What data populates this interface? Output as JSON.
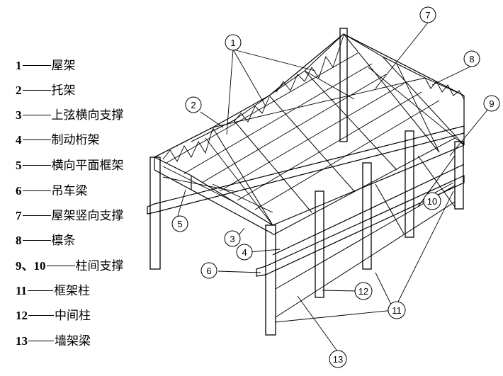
{
  "legend": [
    {
      "num": "1",
      "label": "屋架"
    },
    {
      "num": "2",
      "label": "托架"
    },
    {
      "num": "3",
      "label": "上弦横向支撑"
    },
    {
      "num": "4",
      "label": "制动桁架"
    },
    {
      "num": "5",
      "label": "横向平面框架"
    },
    {
      "num": "6",
      "label": "吊车梁"
    },
    {
      "num": "7",
      "label": "屋架竖向支撑"
    },
    {
      "num": "8",
      "label": "檩条"
    },
    {
      "num": "9、10",
      "label": "柱间支撑"
    },
    {
      "num": "11",
      "label": "框架柱"
    },
    {
      "num": "12",
      "label": "中间柱"
    },
    {
      "num": "13",
      "label": "墙架梁"
    }
  ],
  "callouts": {
    "c1": "1",
    "c2": "2",
    "c3": "3",
    "c4": "4",
    "c5": "5",
    "c6": "6",
    "c7": "7",
    "c8": "8",
    "c9": "9",
    "c10": "10",
    "c11": "11",
    "c12": "12",
    "c13": "13"
  }
}
